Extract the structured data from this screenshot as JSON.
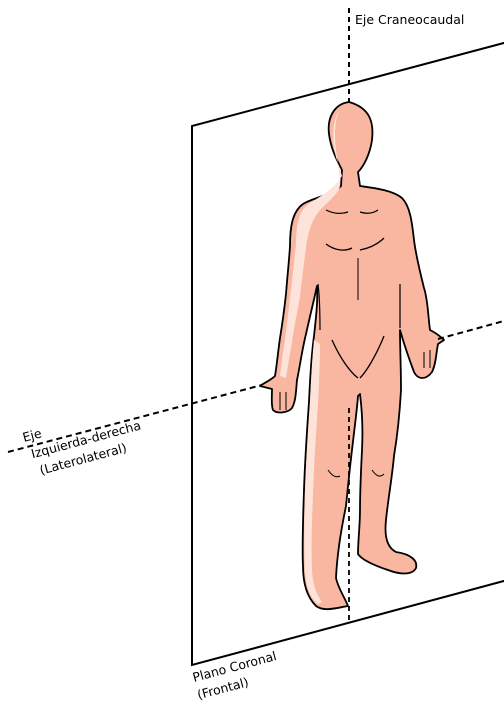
{
  "labels": {
    "craneocaudal_axis": "Eje Craneocaudal",
    "lateral_axis": [
      "Eje",
      "Izquierda-derecha",
      "(Laterolateral)"
    ],
    "coronal_plane": [
      "Plano Coronal",
      "(Frontal)"
    ]
  },
  "colors": {
    "skin": "#f9b6a1",
    "skin_highlight": "#fde3da",
    "outline": "#000000",
    "background": "#ffffff"
  }
}
